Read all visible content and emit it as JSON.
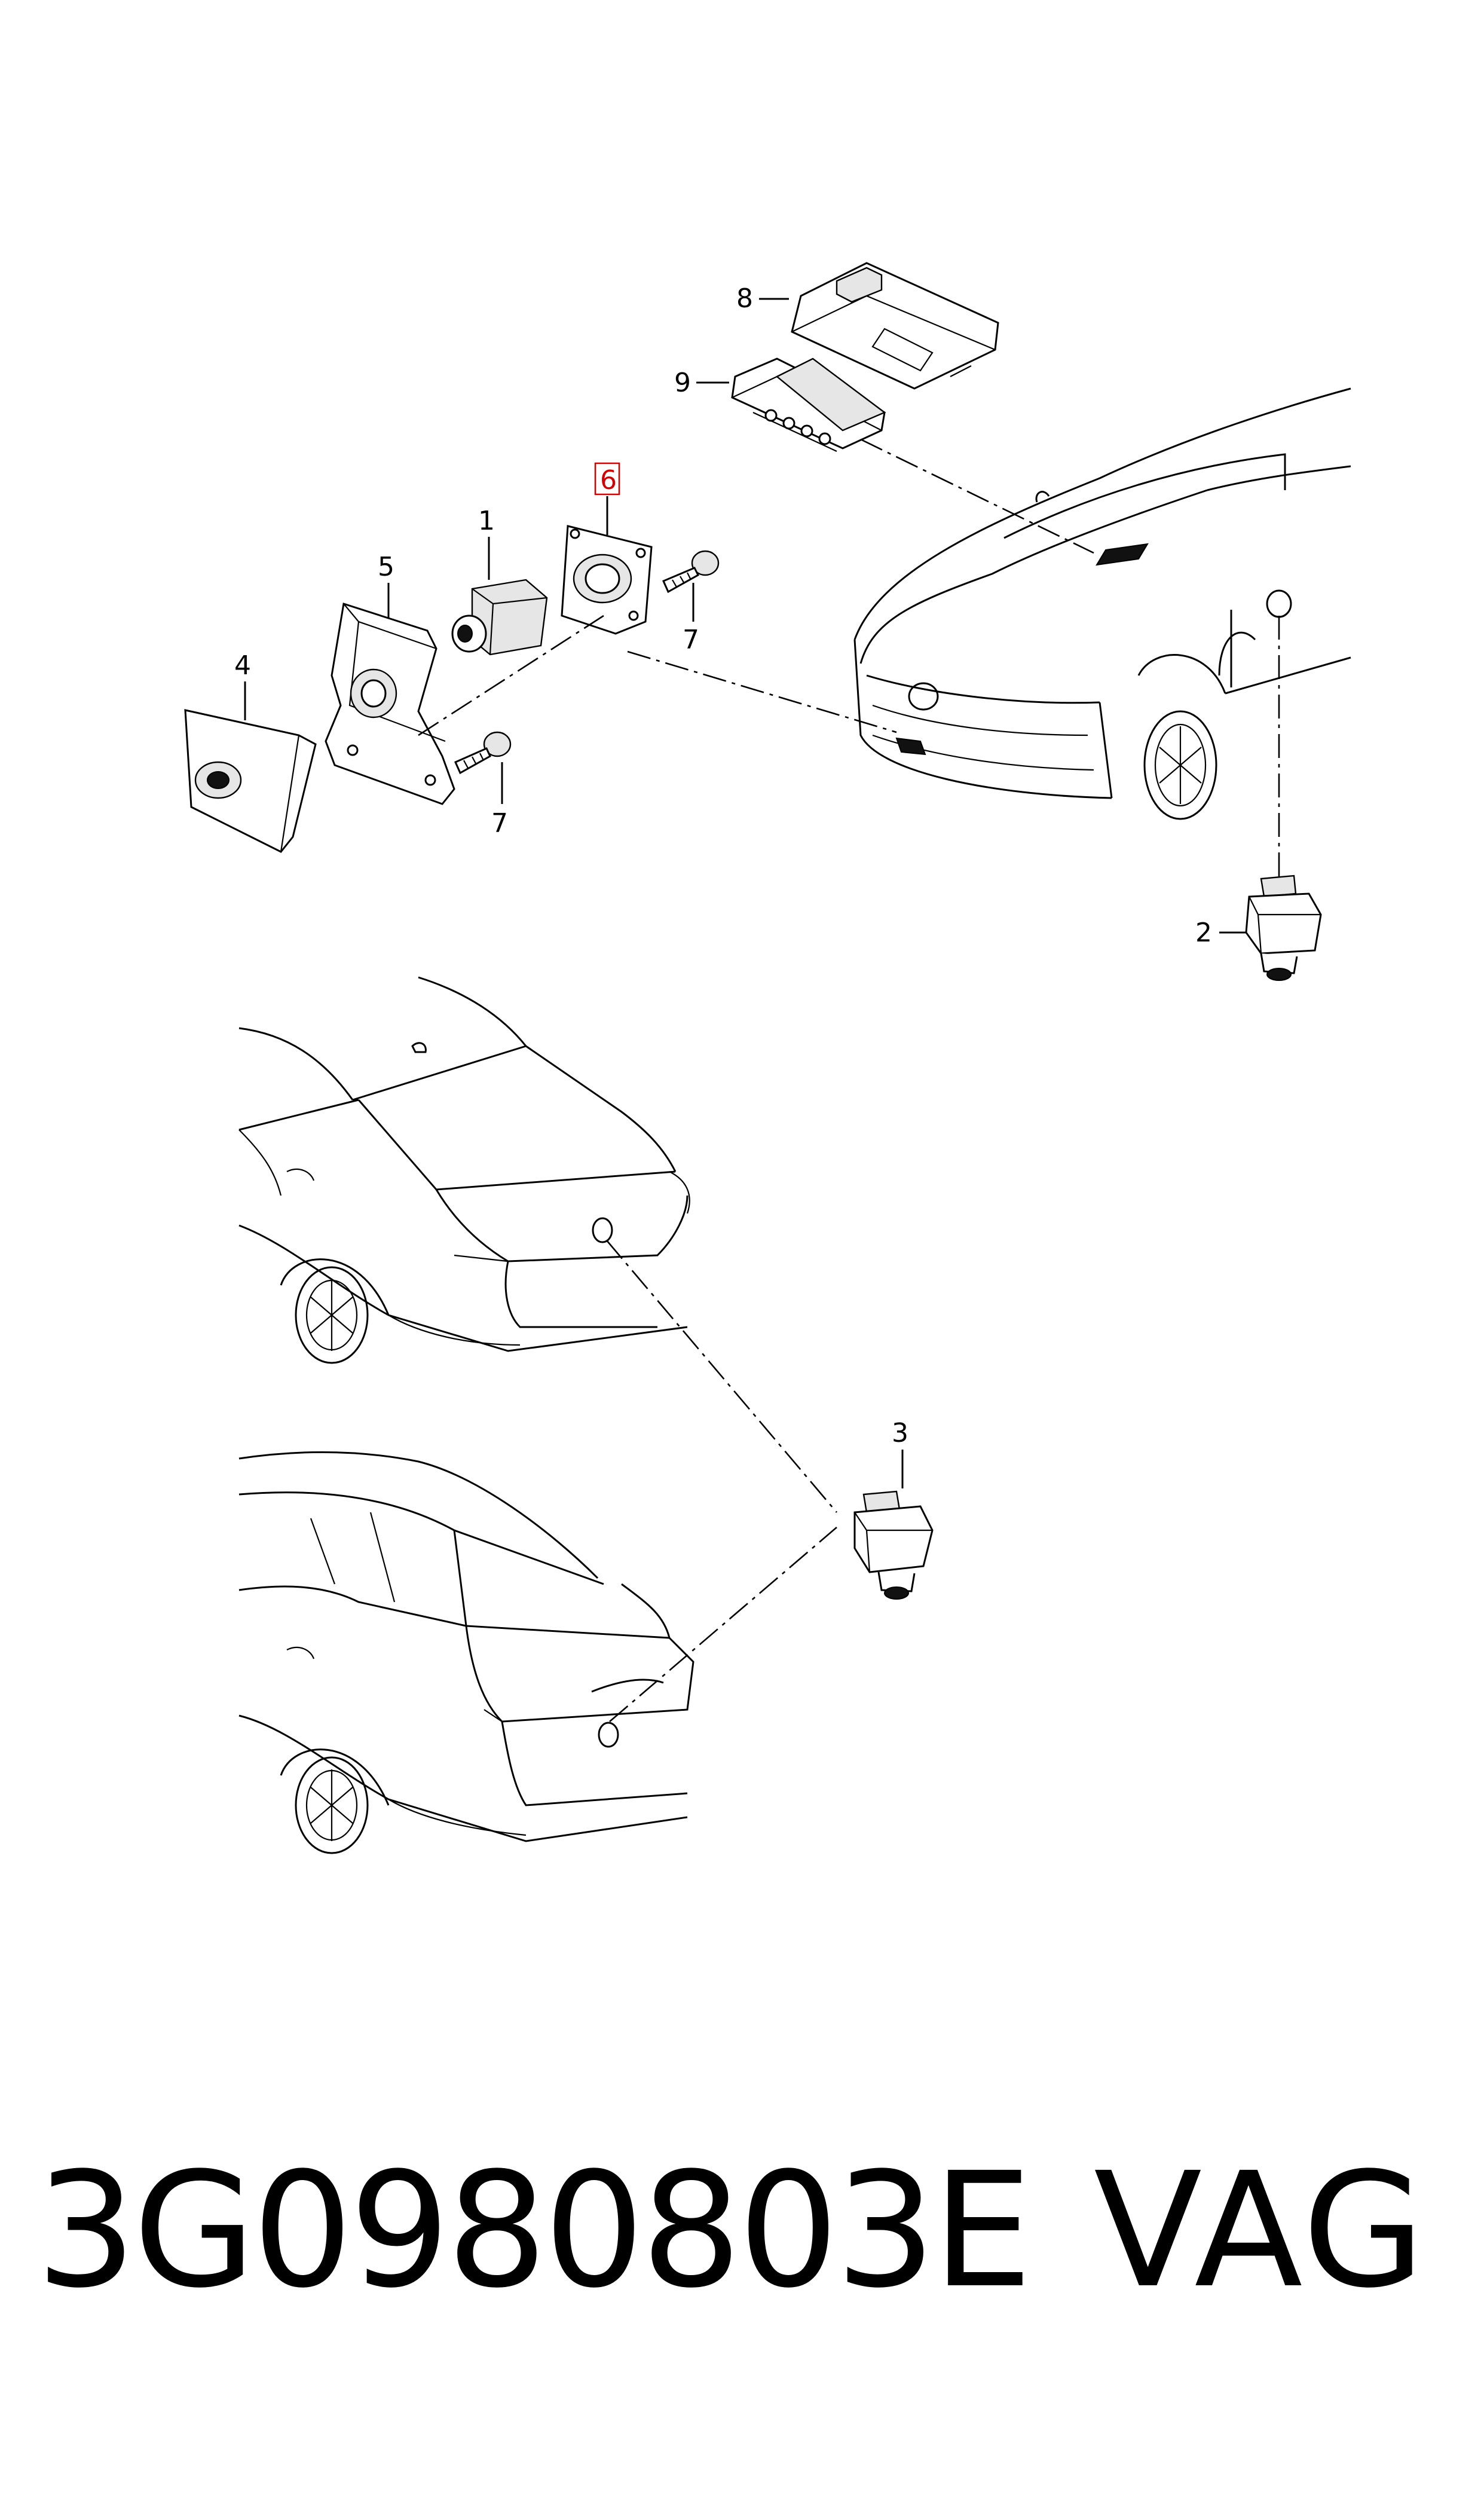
{
  "diagram": {
    "callouts": [
      "1",
      "2",
      "3",
      "4",
      "5",
      "6",
      "7",
      "7",
      "8",
      "9"
    ],
    "highlighted_callout": "6",
    "highlight_color": "#d40000"
  },
  "footer": {
    "part_number": "3G0980803E",
    "brand": "VAG"
  }
}
